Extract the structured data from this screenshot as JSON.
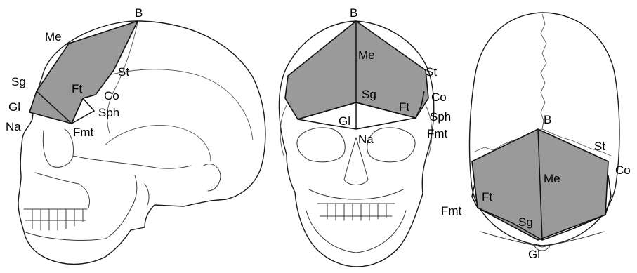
{
  "lateral": {
    "labels": {
      "b": "B",
      "me": "Me",
      "st": "St",
      "sg": "Sg",
      "ft": "Ft",
      "co": "Co",
      "gl": "Gl",
      "sph": "Sph",
      "na": "Na",
      "fmt": "Fmt"
    }
  },
  "frontal": {
    "labels": {
      "b": "B",
      "me": "Me",
      "st": "St",
      "sg": "Sg",
      "co": "Co",
      "ft": "Ft",
      "sph": "Sph",
      "gl": "Gl",
      "fmt": "Fmt",
      "na": "Na"
    }
  },
  "superior": {
    "labels": {
      "b": "B",
      "st": "St",
      "co": "Co",
      "me": "Me",
      "ft": "Ft",
      "fmt": "Fmt",
      "sg": "Sg",
      "gl": "Gl"
    }
  },
  "colors": {
    "region_fill": "#9a9a9a",
    "line": "#111111"
  }
}
